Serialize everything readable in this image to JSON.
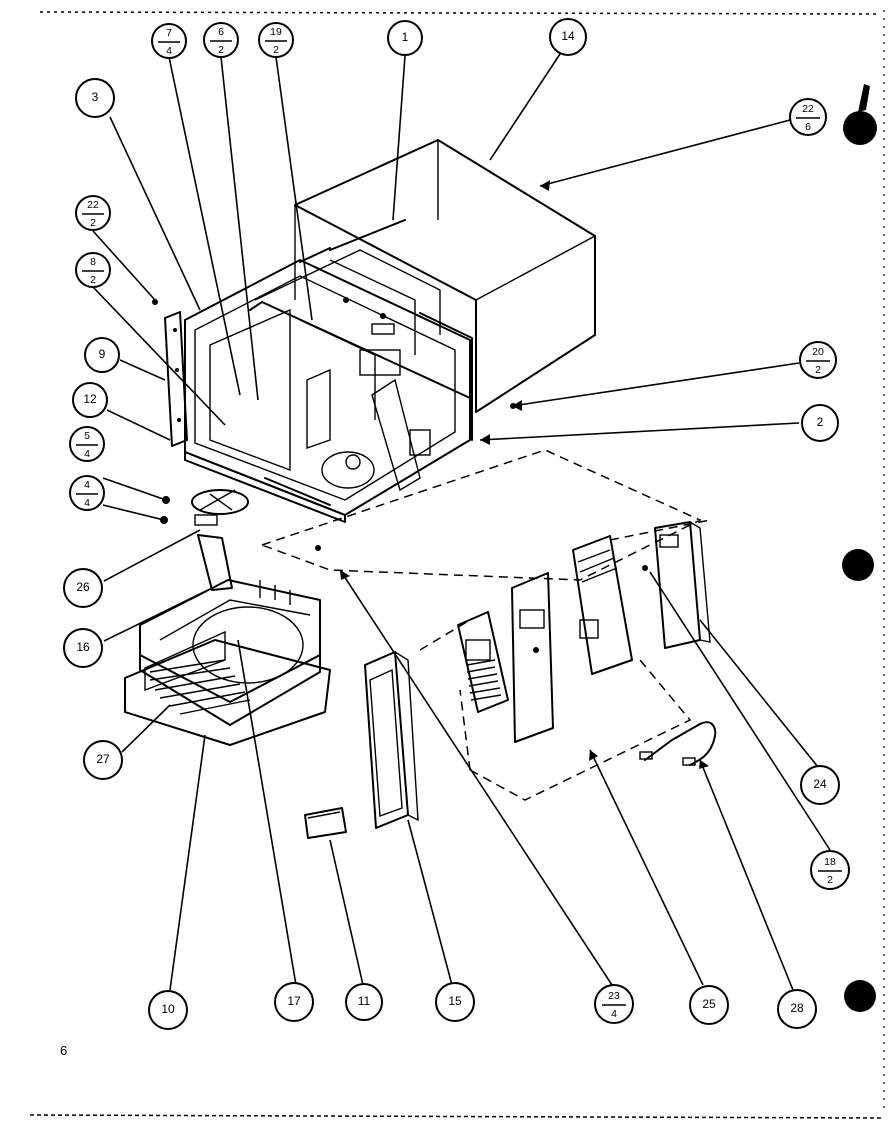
{
  "page_number": "6",
  "callouts": [
    {
      "id": "c-7-4",
      "num": "7",
      "den": "4"
    },
    {
      "id": "c-6-2",
      "num": "6",
      "den": "2"
    },
    {
      "id": "c-19-2",
      "num": "19",
      "den": "2"
    },
    {
      "id": "c-1",
      "label": "1"
    },
    {
      "id": "c-14",
      "label": "14"
    },
    {
      "id": "c-22-6",
      "num": "22",
      "den": "6"
    },
    {
      "id": "c-3",
      "label": "3"
    },
    {
      "id": "c-22-2",
      "num": "22",
      "den": "2"
    },
    {
      "id": "c-8-2",
      "num": "8",
      "den": "2"
    },
    {
      "id": "c-9",
      "label": "9"
    },
    {
      "id": "c-12",
      "label": "12"
    },
    {
      "id": "c-5-4",
      "num": "5",
      "den": "4"
    },
    {
      "id": "c-4-4",
      "num": "4",
      "den": "4"
    },
    {
      "id": "c-20-2",
      "num": "20",
      "den": "2"
    },
    {
      "id": "c-2",
      "label": "2"
    },
    {
      "id": "c-26",
      "label": "26"
    },
    {
      "id": "c-16",
      "label": "16"
    },
    {
      "id": "c-27",
      "label": "27"
    },
    {
      "id": "c-24",
      "label": "24"
    },
    {
      "id": "c-18-2",
      "num": "18",
      "den": "2"
    },
    {
      "id": "c-10",
      "label": "10"
    },
    {
      "id": "c-17",
      "label": "17"
    },
    {
      "id": "c-11",
      "label": "11"
    },
    {
      "id": "c-15",
      "label": "15"
    },
    {
      "id": "c-23-4",
      "num": "23",
      "den": "4"
    },
    {
      "id": "c-25",
      "label": "25"
    },
    {
      "id": "c-28",
      "label": "28"
    }
  ]
}
